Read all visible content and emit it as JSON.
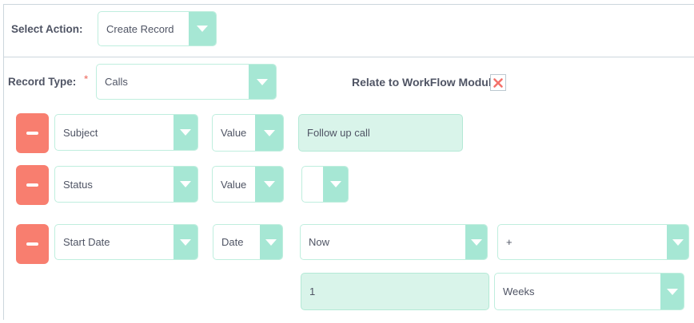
{
  "panel": {
    "action": {
      "label": "Select Action:",
      "value": "Create Record"
    },
    "record_type": {
      "label": "Record Type:",
      "required_mark": "*",
      "value": "Calls"
    },
    "relate": {
      "label": "Relate to WorkFlow Module:"
    }
  },
  "field_rows": [
    {
      "field": "Subject",
      "type": "Value",
      "value": "Follow up call"
    },
    {
      "field": "Status",
      "type": "Value",
      "value": ""
    },
    {
      "field": "Start Date",
      "type": "Date",
      "value": "Now",
      "operator": "+"
    }
  ],
  "date_offset": {
    "amount": "1",
    "unit": "Weeks"
  },
  "icons": {
    "remove_row": "minus",
    "dropdown": "chevron-down",
    "relate_toggle": "x-cross"
  },
  "colors": {
    "teal": "#a6e7d4",
    "teal_border": "#bfeede",
    "input_bg": "#d9f4ea",
    "input_border": "#b4e9d6",
    "salmon": "#f87e6f",
    "cross_red": "#f4726b",
    "text": "#4f5464",
    "frame_border": "#ccd6dd"
  }
}
